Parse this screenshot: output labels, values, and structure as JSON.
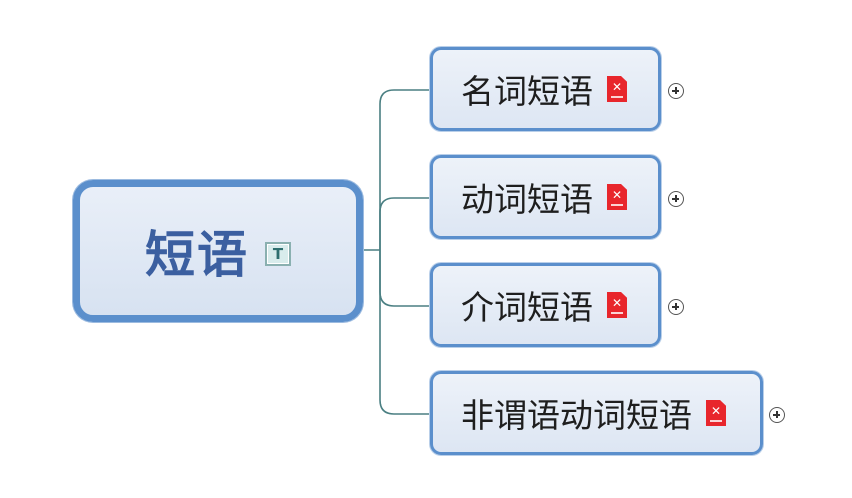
{
  "root": {
    "label": "短语",
    "note_icon_letter": "T",
    "note_icon": "note-icon"
  },
  "topics": [
    {
      "label": "名词短语",
      "attachment_icon": "xmind-file-icon",
      "collapsed": true
    },
    {
      "label": "动词短语",
      "attachment_icon": "xmind-file-icon",
      "collapsed": true
    },
    {
      "label": "介词短语",
      "attachment_icon": "xmind-file-icon",
      "collapsed": true
    },
    {
      "label": "非谓语动词短语",
      "attachment_icon": "xmind-file-icon",
      "collapsed": true
    }
  ],
  "colors": {
    "border": "#5b8fcc",
    "fill": "#dde6f3",
    "root_text": "#3b5fa0",
    "connector": "#4a7f82",
    "attachment": "#e8262c"
  }
}
